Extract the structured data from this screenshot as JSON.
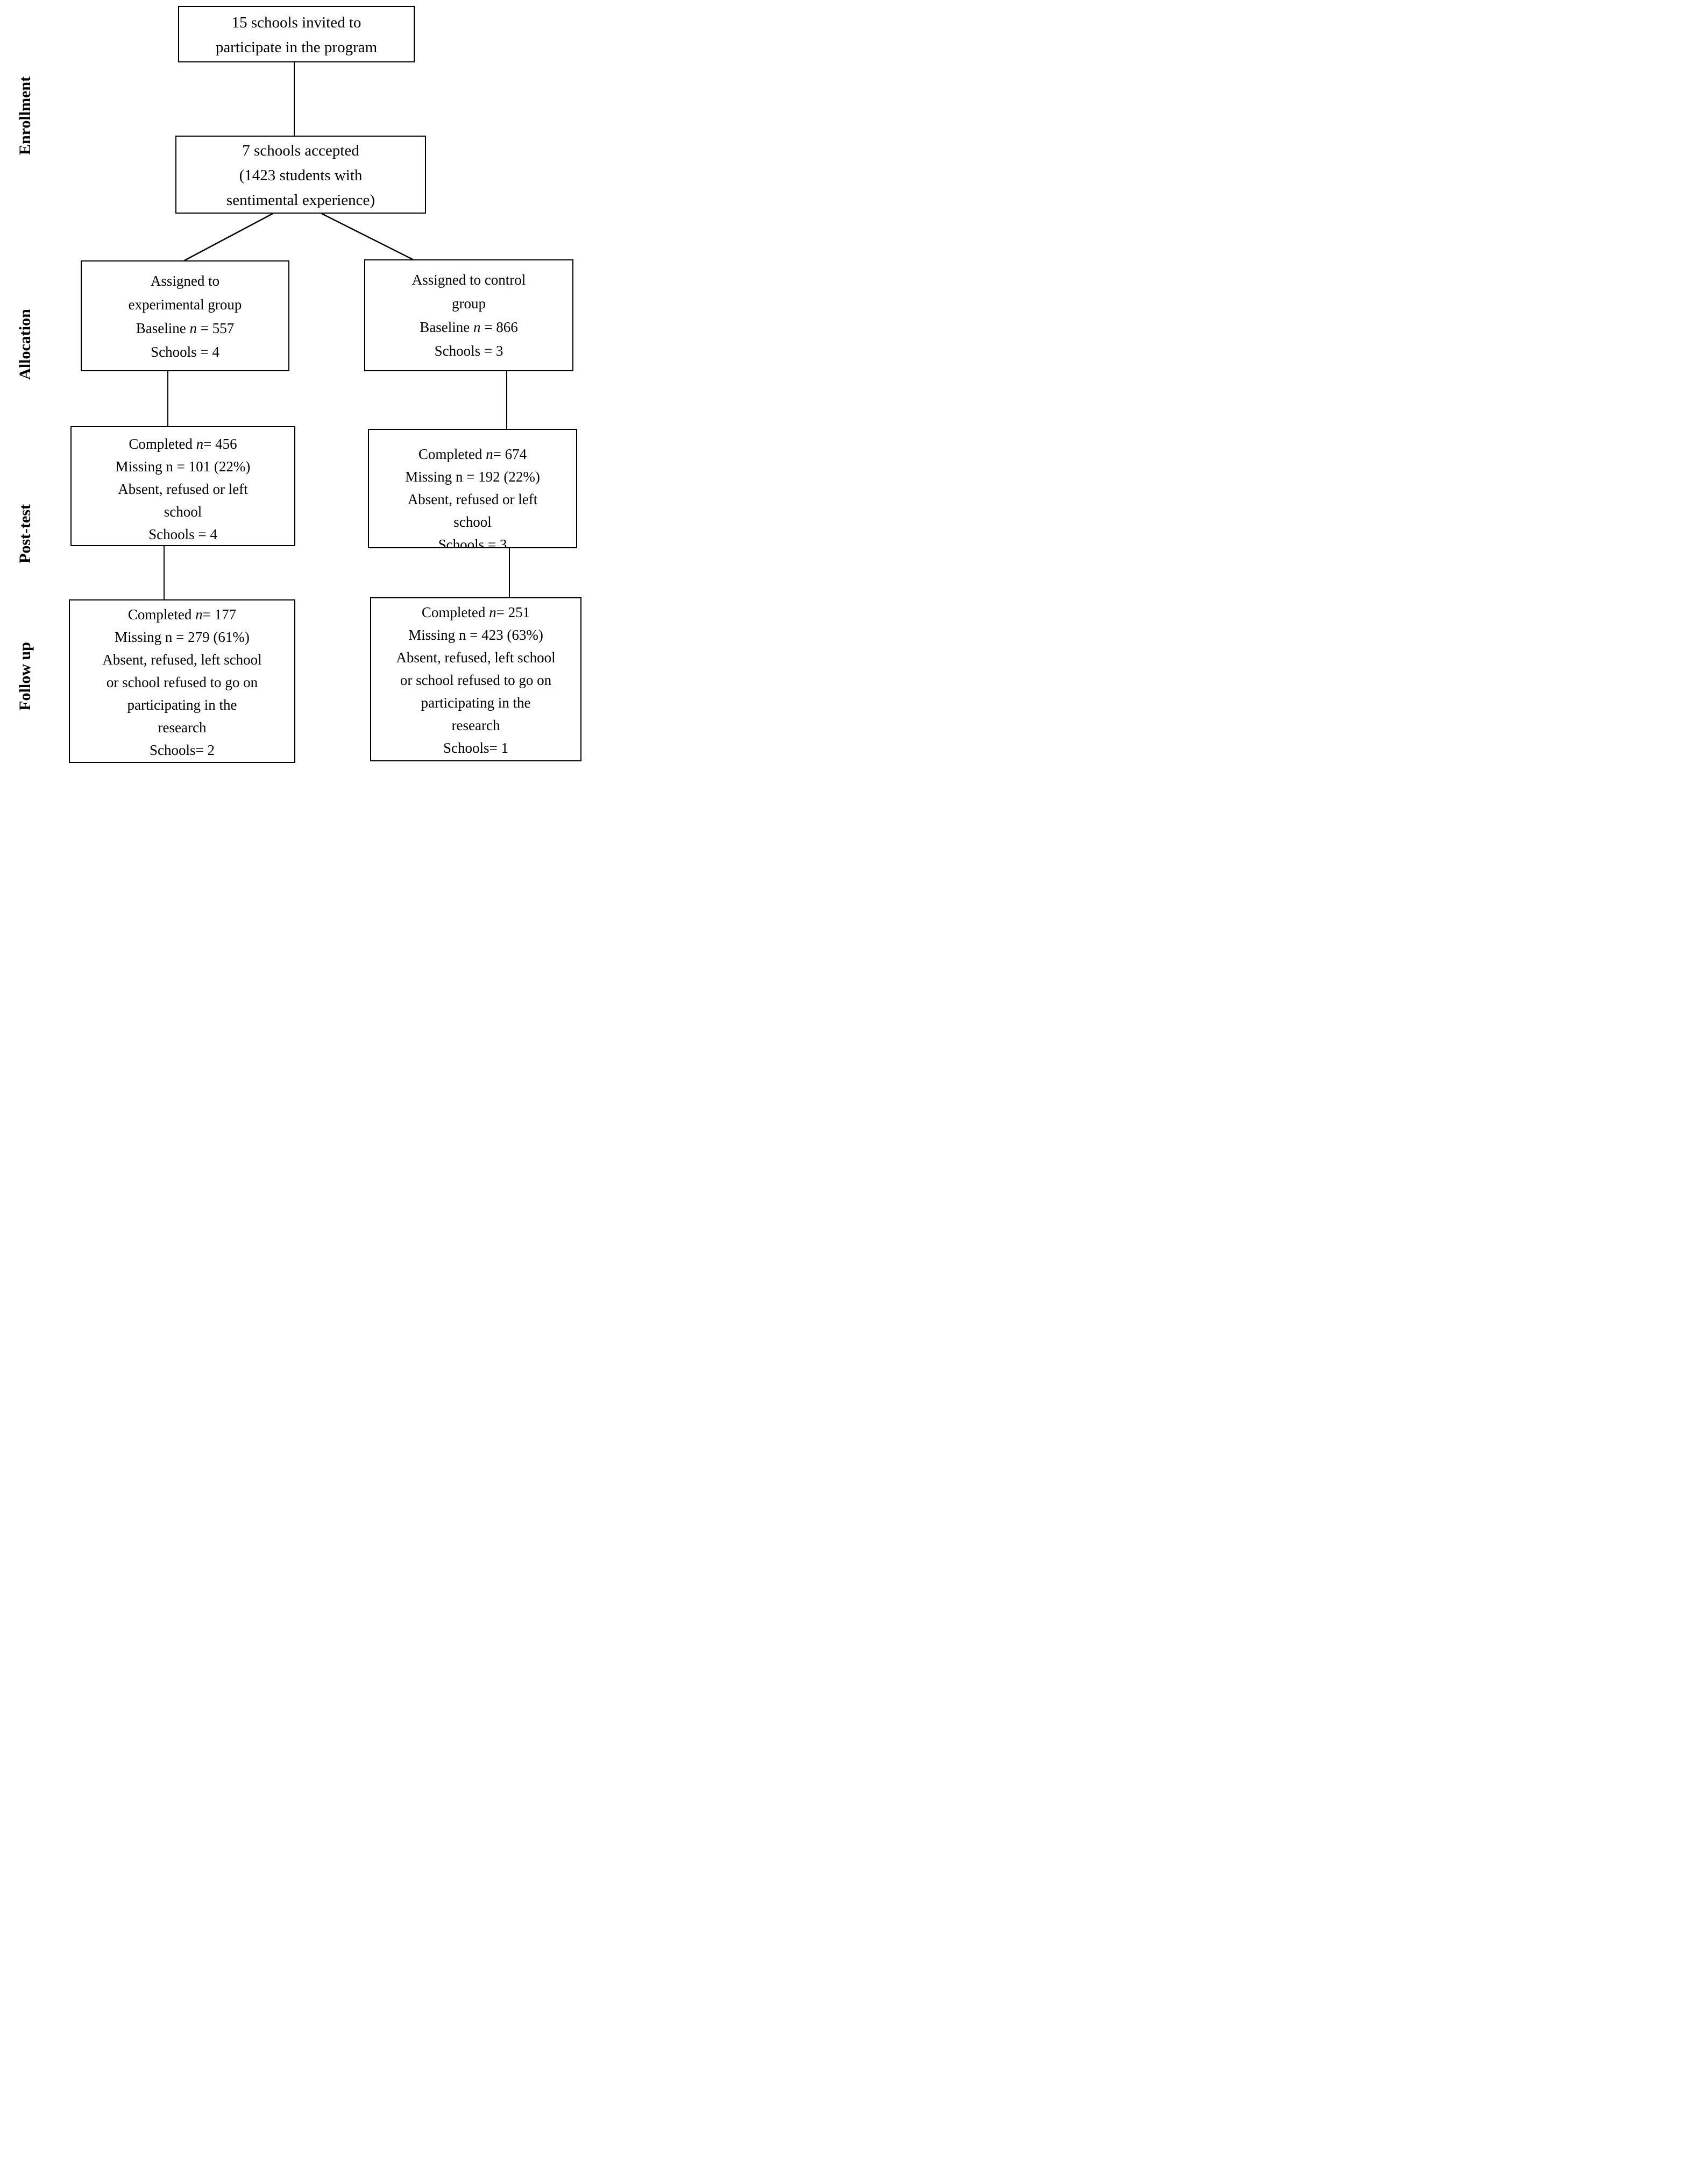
{
  "colors": {
    "border": "#000000",
    "background": "#ffffff",
    "text": "#000000"
  },
  "stages": [
    {
      "label": "Enrollment"
    },
    {
      "label": "Allocation"
    },
    {
      "label": "Post-test"
    },
    {
      "label": "Follow up"
    }
  ],
  "boxes": {
    "invited": {
      "lines": [
        [
          {
            "t": "15 schools invited to"
          }
        ],
        [
          {
            "t": "participate in the program"
          }
        ]
      ]
    },
    "accepted": {
      "lines": [
        [
          {
            "t": "7 schools accepted"
          }
        ],
        [
          {
            "t": "(1423 students with"
          }
        ],
        [
          {
            "t": "sentimental experience)"
          }
        ]
      ]
    },
    "alloc_experimental": {
      "lines": [
        [
          {
            "t": "Assigned to"
          }
        ],
        [
          {
            "t": "experimental group"
          }
        ],
        [
          {
            "t": "Baseline "
          },
          {
            "t": "n",
            "i": true
          },
          {
            "t": " = 557"
          }
        ],
        [
          {
            "t": "Schools = 4"
          }
        ]
      ]
    },
    "alloc_control": {
      "lines": [
        [
          {
            "t": "Assigned to control"
          }
        ],
        [
          {
            "t": "group"
          }
        ],
        [
          {
            "t": "Baseline "
          },
          {
            "t": "n",
            "i": true
          },
          {
            "t": " = 866"
          }
        ],
        [
          {
            "t": "Schools = 3"
          }
        ]
      ]
    },
    "posttest_experimental": {
      "lines": [
        [
          {
            "t": "Completed "
          },
          {
            "t": "n",
            "i": true
          },
          {
            "t": "= 456"
          }
        ],
        [
          {
            "t": "Missing n = 101 (22%)"
          }
        ],
        [
          {
            "t": "Absent, refused or left"
          }
        ],
        [
          {
            "t": "school"
          }
        ],
        [
          {
            "t": "Schools = 4"
          }
        ]
      ]
    },
    "posttest_control": {
      "lines": [
        [
          {
            "t": "Completed "
          },
          {
            "t": "n",
            "i": true
          },
          {
            "t": "= 674"
          }
        ],
        [
          {
            "t": "Missing n = 192 (22%)"
          }
        ],
        [
          {
            "t": "Absent, refused or left"
          }
        ],
        [
          {
            "t": "school"
          }
        ],
        [
          {
            "t": "Schools = 3"
          }
        ]
      ]
    },
    "followup_experimental": {
      "lines": [
        [
          {
            "t": "Completed "
          },
          {
            "t": "n",
            "i": true
          },
          {
            "t": "= 177"
          }
        ],
        [
          {
            "t": "Missing n = 279 (61%)"
          }
        ],
        [
          {
            "t": "Absent, refused, left school"
          }
        ],
        [
          {
            "t": "or school refused to go on"
          }
        ],
        [
          {
            "t": "participating in the"
          }
        ],
        [
          {
            "t": "research"
          }
        ],
        [
          {
            "t": "Schools= 2"
          }
        ]
      ]
    },
    "followup_control": {
      "lines": [
        [
          {
            "t": "Completed "
          },
          {
            "t": "n",
            "i": true
          },
          {
            "t": "= 251"
          }
        ],
        [
          {
            "t": "Missing n = 423 (63%)"
          }
        ],
        [
          {
            "t": "Absent, refused, left school"
          }
        ],
        [
          {
            "t": "or school refused to go on"
          }
        ],
        [
          {
            "t": "participating in the"
          }
        ],
        [
          {
            "t": "research"
          }
        ],
        [
          {
            "t": "Schools= 1"
          }
        ]
      ]
    }
  }
}
